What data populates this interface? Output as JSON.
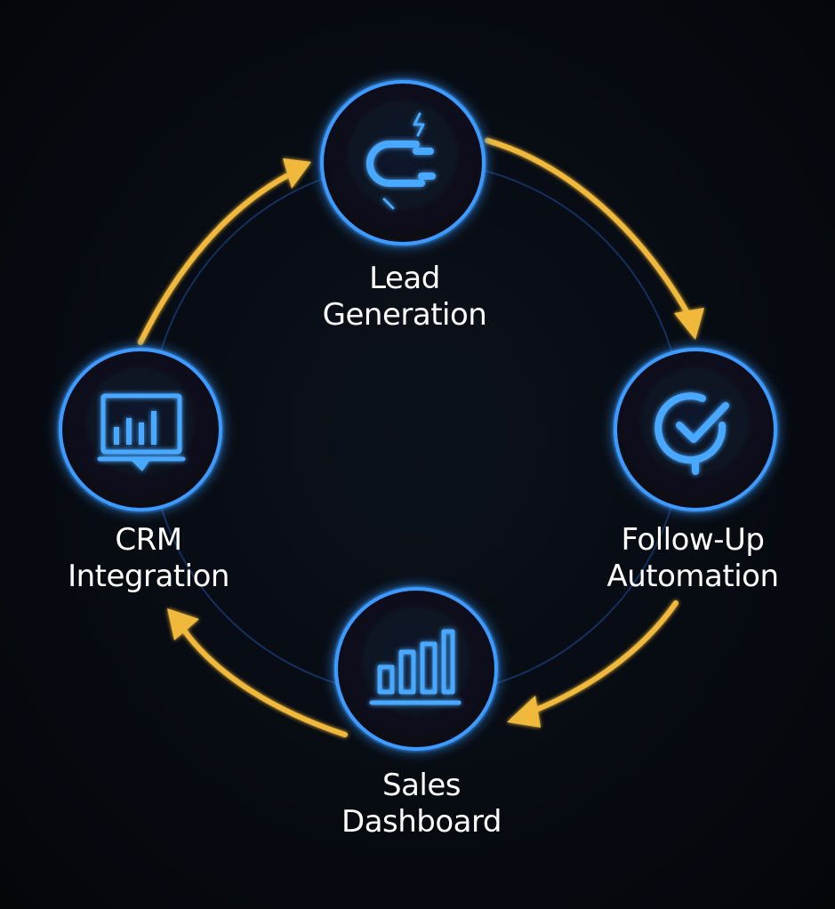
{
  "colors": {
    "background": "#070b12",
    "node_ring": "#3d9bff",
    "node_glow": "#1e6fff",
    "icon": "#4aa8ff",
    "arrow": "#f0b93a",
    "inner_ring": "#1d4f9a",
    "label": "#ffffff"
  },
  "nodes": [
    {
      "id": "lead-generation",
      "icon": "magnet-icon",
      "label_lines": [
        "Lead",
        "Generation"
      ]
    },
    {
      "id": "follow-up-automation",
      "icon": "check-pin-icon",
      "label_lines": [
        "Follow-Up",
        "Automation"
      ]
    },
    {
      "id": "sales-dashboard",
      "icon": "bar-chart-icon",
      "label_lines": [
        "Sales",
        "Dashboard"
      ]
    },
    {
      "id": "crm-integration",
      "icon": "monitor-chart-icon",
      "label_lines": [
        "CRM",
        "Integration"
      ]
    }
  ],
  "edges": [
    {
      "from": "lead-generation",
      "to": "follow-up-automation"
    },
    {
      "from": "follow-up-automation",
      "to": "sales-dashboard"
    },
    {
      "from": "sales-dashboard",
      "to": "crm-integration"
    },
    {
      "from": "crm-integration",
      "to": "lead-generation"
    }
  ]
}
